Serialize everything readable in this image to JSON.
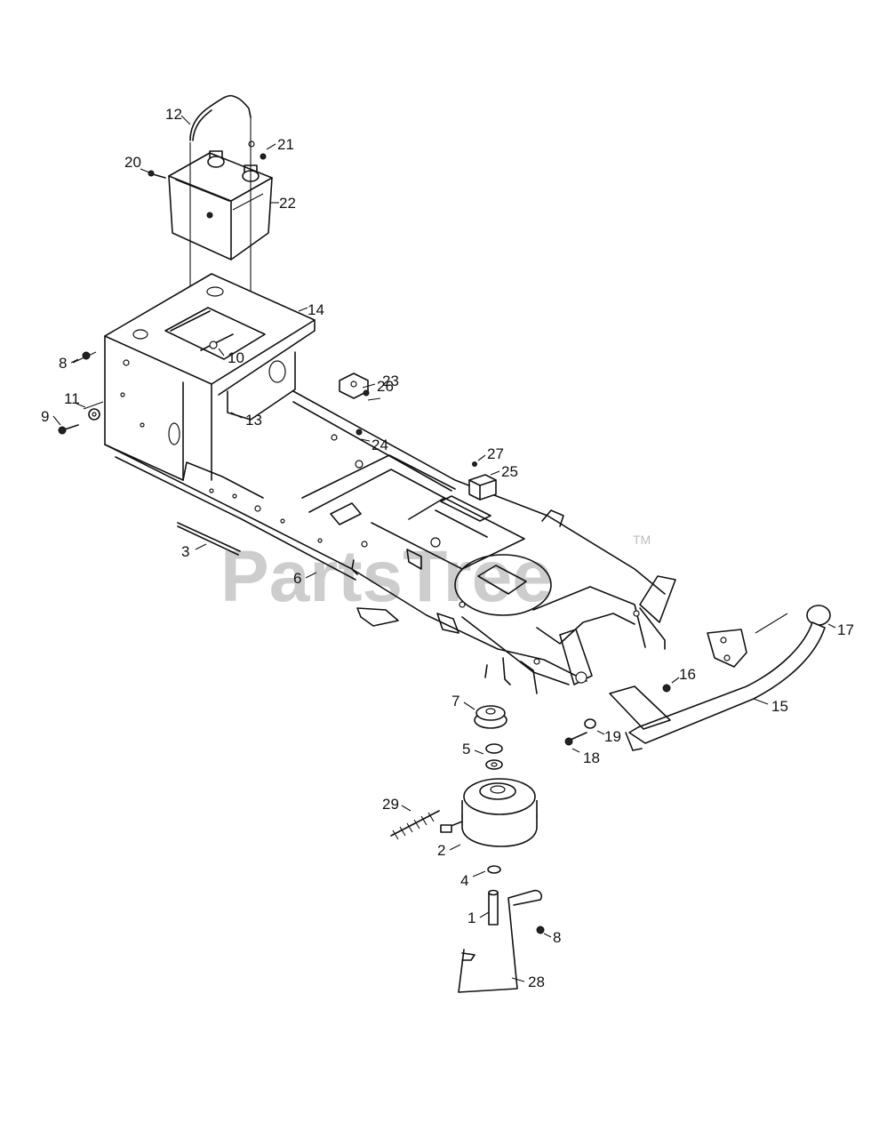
{
  "watermark": {
    "text": "PartsTree",
    "trademark": "TM"
  },
  "callouts": [
    "12",
    "21",
    "20",
    "22",
    "14",
    "8",
    "10",
    "11",
    "9",
    "26",
    "23",
    "13",
    "24",
    "27",
    "25",
    "3",
    "6",
    "17",
    "16",
    "15",
    "7",
    "19",
    "18",
    "5",
    "29",
    "2",
    "4",
    "1",
    "8",
    "28"
  ]
}
